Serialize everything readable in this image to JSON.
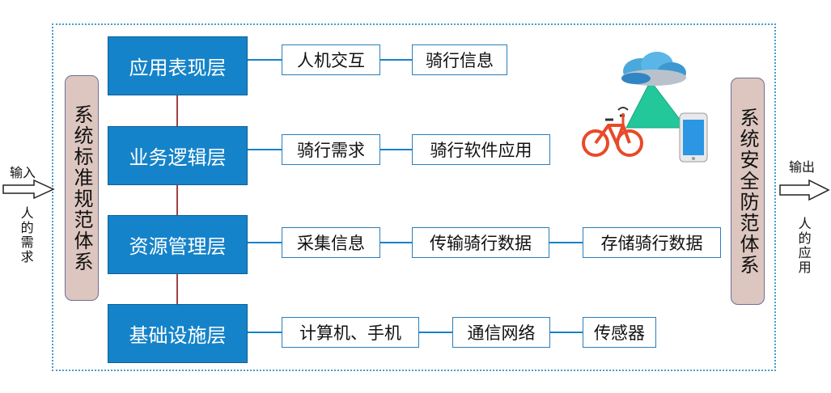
{
  "layers": [
    {
      "label": "应用表现层",
      "items": [
        "人机交互",
        "骑行信息"
      ]
    },
    {
      "label": "业务逻辑层",
      "items": [
        "骑行需求",
        "骑行软件应用"
      ]
    },
    {
      "label": "资源管理层",
      "items": [
        "采集信息",
        "传输骑行数据",
        "存储骑行数据"
      ]
    },
    {
      "label": "基础设施层",
      "items": [
        "计算机、手机",
        "通信网络",
        "传感器"
      ]
    }
  ],
  "left_system": "系统标准规范体系",
  "right_system": "系统安全防范体系",
  "input": {
    "label": "输入",
    "sub": "人的需求"
  },
  "output": {
    "label": "输出",
    "sub": "人的应用"
  },
  "icons": [
    "cloud-icon",
    "bicycle-icon",
    "phone-icon",
    "network-triangle-icon"
  ],
  "colors": {
    "layer": "#1583c9",
    "side_panel": "#dcc6bf",
    "connector": "#a04343",
    "frame": "#4a9cc9"
  }
}
